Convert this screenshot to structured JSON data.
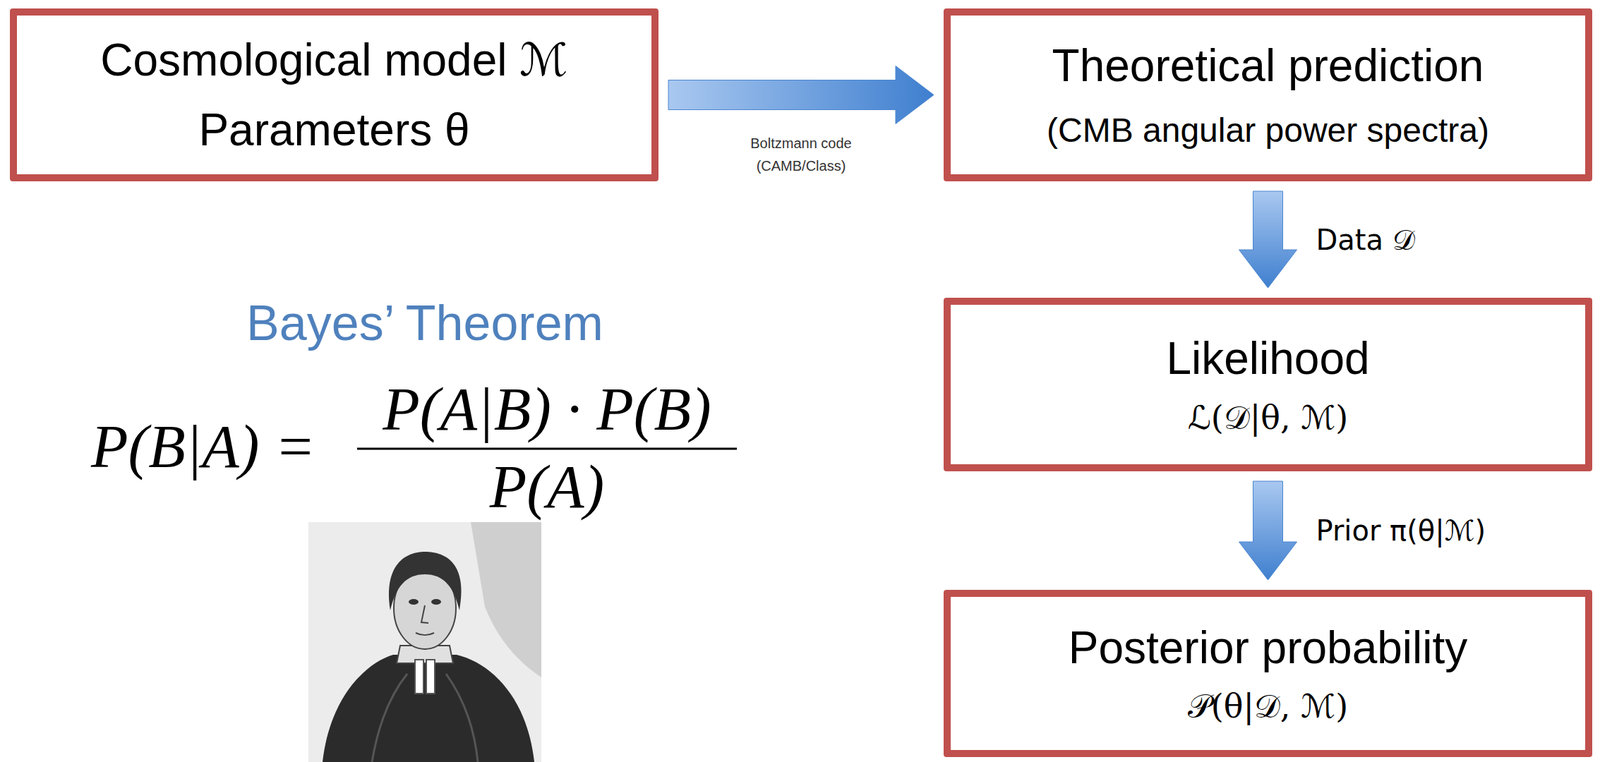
{
  "diagram": {
    "nodes": [
      {
        "text": [
          "Cosmological model ℳ",
          "Parameters θ"
        ]
      },
      {
        "text": [
          "Theoretical prediction",
          "(CMB angular power spectra)"
        ]
      },
      {
        "text": [
          "Likelihood",
          "ℒ(𝒟|θ, ℳ)"
        ]
      },
      {
        "text": [
          "Posterior probability",
          "𝒫(θ|𝒟, ℳ)"
        ]
      }
    ],
    "edges": [
      {
        "from": 0,
        "to": 1,
        "arrow": "to",
        "label": "Boltzmann code (CAMB/Class)"
      },
      {
        "from": 1,
        "to": 2,
        "arrow": "to",
        "label": "Data 𝒟"
      },
      {
        "from": 2,
        "to": 3,
        "arrow": "to",
        "label": "Prior π(θ|ℳ)"
      }
    ],
    "labels": [
      "Bayes’ Theorem",
      "P(B|A) =",
      "P(A|B) · P(B)",
      "P(A)"
    ]
  }
}
